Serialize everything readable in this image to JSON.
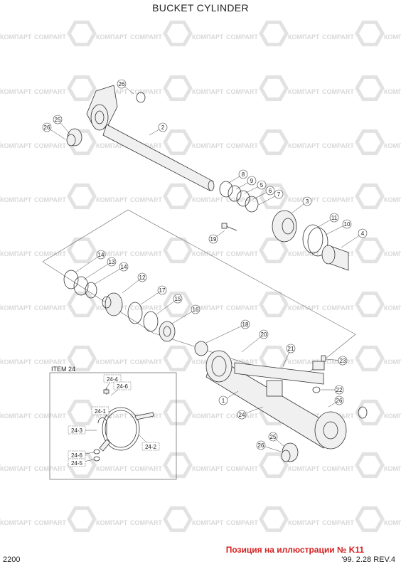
{
  "title": "BUCKET CYLINDER",
  "page_number": "2200",
  "caption": "Позиция на иллюстрации № K11",
  "revision": "'99. 2.28 REV.4",
  "item_group_label": "ITEM 24",
  "watermark": {
    "left": "КОМПАРТ",
    "right": "COMPART"
  },
  "callouts": [
    "26",
    "25",
    "26",
    "2",
    "8",
    "9",
    "5",
    "6",
    "7",
    "3",
    "11",
    "10",
    "4",
    "19",
    "14",
    "13",
    "14",
    "12",
    "17",
    "15",
    "16",
    "18",
    "20",
    "21",
    "23",
    "22",
    "1",
    "24",
    "26",
    "25",
    "26",
    "24-4",
    "24-6",
    "24-1",
    "24-3",
    "24-6",
    "24-5",
    "24-2"
  ],
  "colors": {
    "caption": "#d42020",
    "watermark": "#d8d8d8",
    "lines": "#333333"
  }
}
